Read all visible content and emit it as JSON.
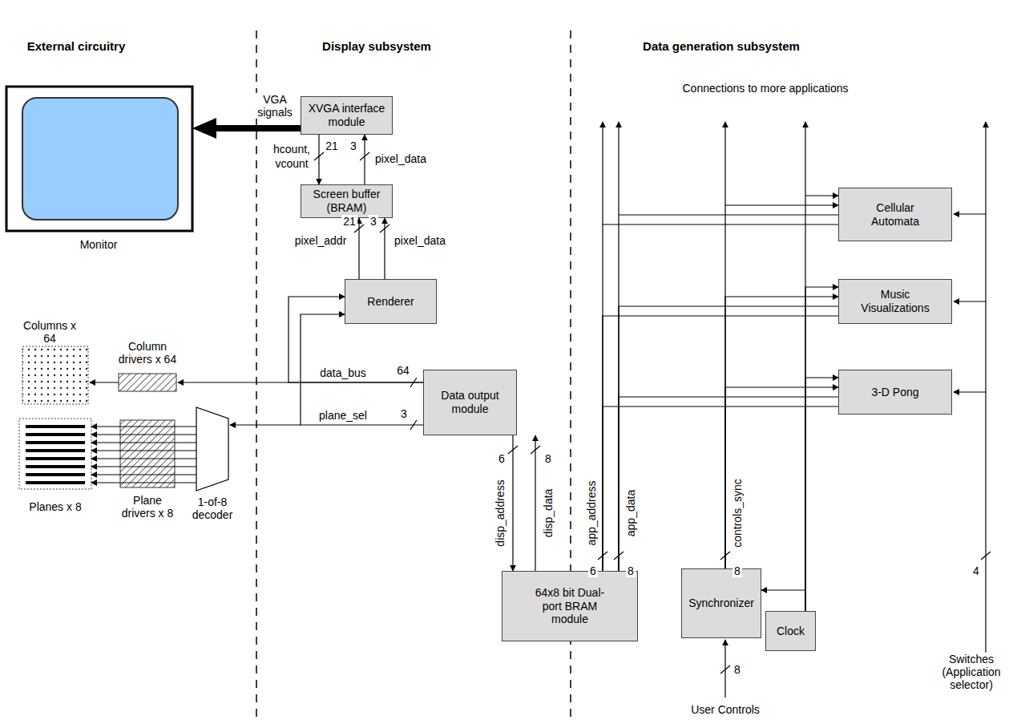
{
  "diagram": {
    "nodes": [
      {
        "text": [
          "XVGA interface module"
        ]
      },
      {
        "text": [
          "Screen buffer (BRAM)"
        ]
      },
      {
        "text": [
          "Renderer"
        ]
      },
      {
        "text": [
          "Data output module"
        ]
      },
      {
        "text": [
          "64x8 bit Dual-port BRAM module"
        ]
      },
      {
        "text": [
          "Cellular Automata"
        ]
      },
      {
        "text": [
          "Music Visualizations"
        ]
      },
      {
        "text": [
          "3-D Pong"
        ]
      },
      {
        "text": [
          "Synchronizer"
        ]
      },
      {
        "text": [
          "Clock"
        ]
      }
    ],
    "edges": [
      {
        "from": 0,
        "to": 1,
        "arrow": "to"
      },
      {
        "from": 1,
        "to": 0,
        "arrow": "to"
      },
      {
        "from": 2,
        "to": 1,
        "arrow": "to"
      },
      {
        "from": 2,
        "to": 1,
        "arrow": "to"
      },
      {
        "from": 3,
        "to": 2,
        "arrow": "to"
      },
      {
        "from": 3,
        "to": 2,
        "arrow": "to"
      },
      {
        "from": 3,
        "to": 4,
        "arrow": "to"
      },
      {
        "from": 4,
        "to": 3,
        "arrow": "to"
      },
      {
        "from": 5,
        "to": 4,
        "arrow": "none"
      },
      {
        "from": 5,
        "to": 4,
        "arrow": "none"
      },
      {
        "from": 6,
        "to": 4,
        "arrow": "none"
      },
      {
        "from": 6,
        "to": 4,
        "arrow": "none"
      },
      {
        "from": 7,
        "to": 4,
        "arrow": "none"
      },
      {
        "from": 7,
        "to": 4,
        "arrow": "none"
      },
      {
        "from": 8,
        "to": 5,
        "arrow": "to"
      },
      {
        "from": 8,
        "to": 6,
        "arrow": "to"
      },
      {
        "from": 8,
        "to": 7,
        "arrow": "to"
      },
      {
        "from": 9,
        "to": 5,
        "arrow": "to"
      },
      {
        "from": 9,
        "to": 6,
        "arrow": "to"
      },
      {
        "from": 9,
        "to": 7,
        "arrow": "to"
      },
      {
        "from": 9,
        "to": 8,
        "arrow": "to"
      }
    ],
    "labels": [
      "External circuitry",
      "Display subsystem",
      "Data generation subsystem",
      "Connections to more applications",
      "VGA signals",
      "Monitor",
      "hcount,",
      "vcount",
      "21",
      "3",
      "pixel_data",
      "pixel_addr",
      "21",
      "3",
      "pixel_data",
      "Columns x 64",
      "Column drivers x 64",
      "data_bus",
      "64",
      "plane_sel",
      "3",
      "Planes x 8",
      "Plane drivers x 8",
      "1-of-8 decoder",
      "6",
      "disp_address",
      "8",
      "disp_data",
      "app_address",
      "app_data",
      "6",
      "8",
      "controls_sync",
      "8",
      "8",
      "User Controls",
      "4",
      "Switches (Application selector)"
    ]
  }
}
